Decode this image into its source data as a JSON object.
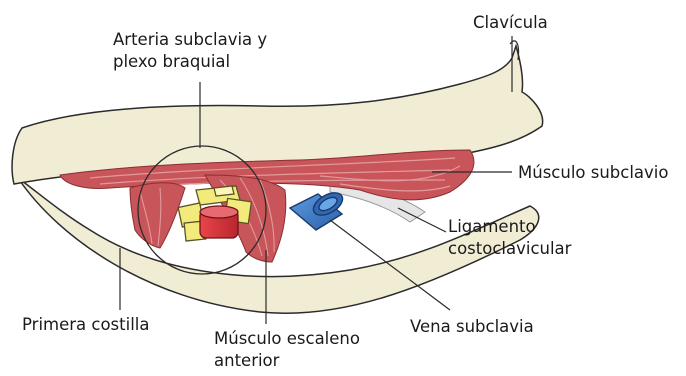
{
  "labels": {
    "clavicula": "Clavícula",
    "arteria_line1": "Arteria subclavia y",
    "arteria_line2": "plexo braquial",
    "musculo_subclavio": "Músculo subclavio",
    "ligamento_line1": "Ligamento",
    "ligamento_line2": "costoclavicular",
    "primera_costilla": "Primera costilla",
    "escaleno_line1": "Músculo escaleno",
    "escaleno_line2": "anterior",
    "vena_subclavia": "Vena subclavia"
  },
  "colors": {
    "bone_fill": "#f1ecd4",
    "bone_stroke": "#2b2b2b",
    "muscle": "#c8555a",
    "muscle_light": "#e3999c",
    "plexus": "#f2ea7a",
    "artery": "#d9343b",
    "vein": "#3a78c9",
    "ligament": "#e6e6e6"
  }
}
